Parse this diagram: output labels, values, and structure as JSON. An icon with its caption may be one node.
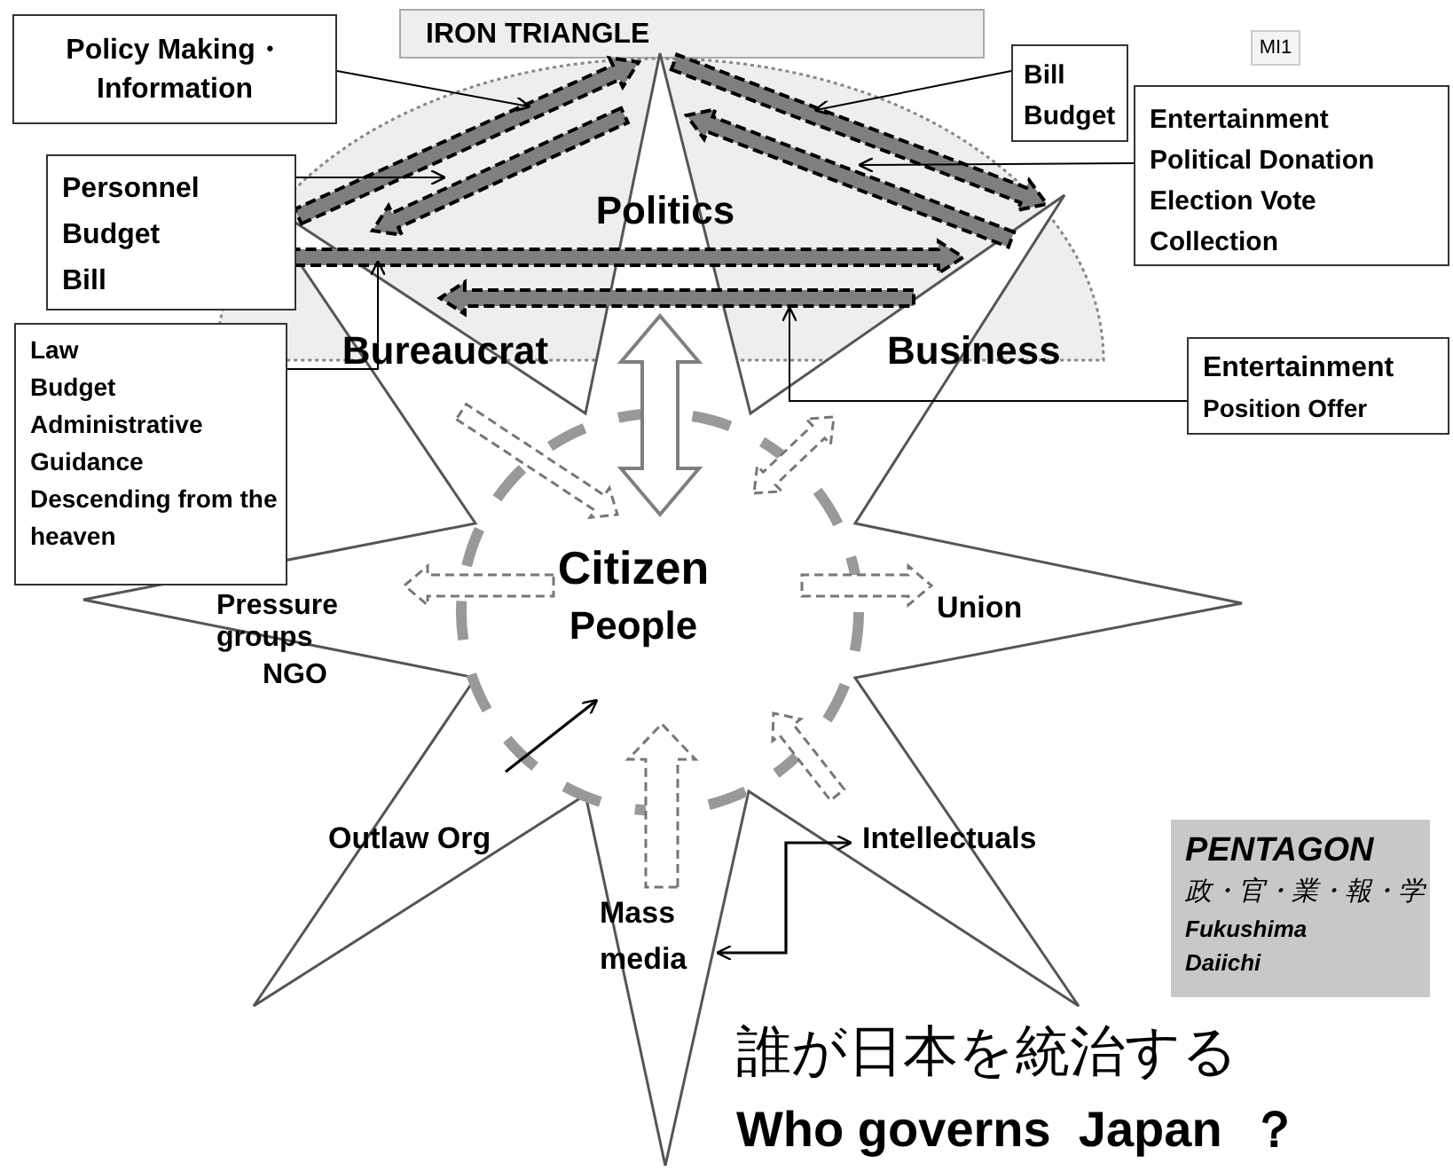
{
  "diagram": {
    "nodes": [
      {
        "text": [
          "IRON TRIANGLE"
        ]
      },
      {
        "text": [
          "Politics"
        ]
      },
      {
        "text": [
          "Bureaucrat"
        ]
      },
      {
        "text": [
          "Business"
        ]
      },
      {
        "text": [
          "Citizen",
          "People"
        ]
      },
      {
        "text": [
          "Pressure groups",
          "NGO"
        ]
      },
      {
        "text": [
          "Union"
        ]
      },
      {
        "text": [
          "Intellectuals"
        ]
      },
      {
        "text": [
          "Mass media"
        ]
      },
      {
        "text": [
          "Policy Making・Information"
        ]
      },
      {
        "text": [
          "Personnel",
          "Budget",
          "Bill"
        ]
      },
      {
        "text": [
          "Law",
          "Budget",
          "Administrative Guidance",
          "Descending from the heaven"
        ]
      },
      {
        "text": [
          "Bill",
          "Budget"
        ]
      },
      {
        "text": [
          "Entertainment",
          "Political Donation",
          "Election Vote Collection"
        ]
      },
      {
        "text": [
          "Entertainment",
          "Position Offer"
        ]
      },
      {
        "text": [
          "MI1"
        ]
      },
      {
        "text": [
          "PENTAGON",
          "政・官・業・報・学",
          "Fukushima Daiichi"
        ]
      }
    ],
    "edges": [
      {
        "from": 2,
        "to": 1,
        "arrow": "to",
        "style": "thick",
        "color": "#7f7f7f"
      },
      {
        "from": 1,
        "to": 2,
        "arrow": "to",
        "style": "thick",
        "color": "#7f7f7f"
      },
      {
        "from": 1,
        "to": 3,
        "arrow": "to",
        "style": "thick",
        "color": "#7f7f7f"
      },
      {
        "from": 3,
        "to": 1,
        "arrow": "to",
        "style": "thick",
        "color": "#7f7f7f"
      },
      {
        "from": 2,
        "to": 3,
        "arrow": "to",
        "style": "thick",
        "color": "#7f7f7f"
      },
      {
        "from": 3,
        "to": 2,
        "arrow": "to",
        "style": "thick",
        "color": "#7f7f7f"
      },
      {
        "from": 1,
        "to": 4,
        "arrow": "both",
        "color": "#7f7f7f"
      },
      {
        "from": 2,
        "to": 4,
        "arrow": "to",
        "style": "dashed"
      },
      {
        "from": 4,
        "to": 3,
        "arrow": "both",
        "style": "dashed"
      },
      {
        "from": 4,
        "to": 5,
        "arrow": "to",
        "style": "dashed"
      },
      {
        "from": 4,
        "to": 6,
        "arrow": "to",
        "style": "dashed"
      },
      {
        "from": 7,
        "to": 4,
        "arrow": "to",
        "style": "dashed"
      },
      {
        "from": 8,
        "to": 4,
        "arrow": "to",
        "style": "dashed"
      },
      {
        "from": null,
        "to": 4,
        "arrow": "to"
      },
      {
        "from": 8,
        "to": 7,
        "arrow": "both"
      },
      {
        "from": 9,
        "to": null,
        "arrow": "to"
      },
      {
        "from": 10,
        "to": null,
        "arrow": "to"
      },
      {
        "from": 11,
        "to": null,
        "arrow": "to"
      },
      {
        "from": 12,
        "to": null,
        "arrow": "to"
      },
      {
        "from": 13,
        "to": null,
        "arrow": "to"
      },
      {
        "from": 14,
        "to": null,
        "arrow": "to"
      }
    ],
    "labels": [
      "Outlaw Org",
      "誰が日本を統治する",
      "Who governs  Japan  ？"
    ]
  }
}
